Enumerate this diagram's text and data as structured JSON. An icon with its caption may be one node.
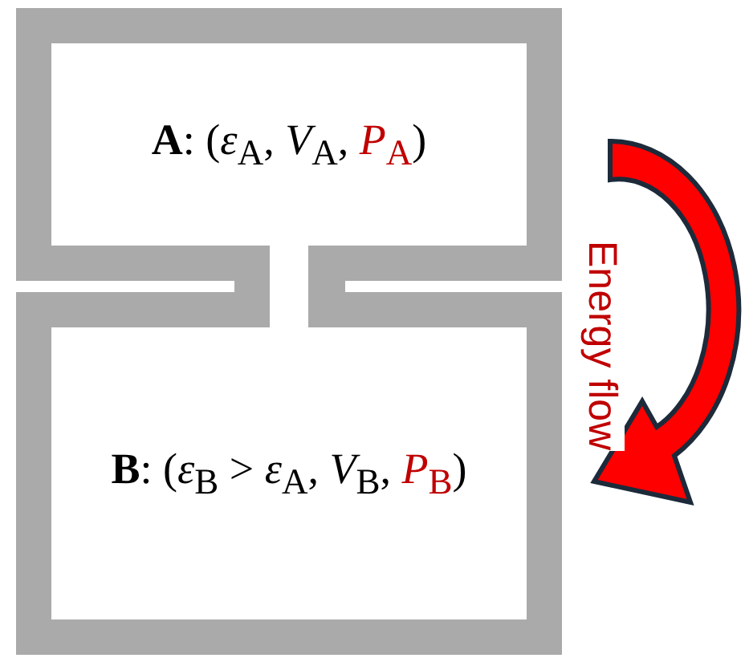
{
  "diagram": {
    "nodes": [
      {
        "text": [
          "**A**: (*ε*$_{A}$, *V*$_{A}$, *P*$_{A}$)"
        ]
      },
      {
        "text": [
          "**B**: (*ε*$_{B}$ > *ε*$_{A}$, *V*$_{B}$, *P*$_{B}$)"
        ]
      }
    ],
    "edges": [
      {
        "from": 0,
        "to": 1,
        "arrow": "to",
        "label": "Energy flow",
        "style": "thick"
      }
    ]
  }
}
